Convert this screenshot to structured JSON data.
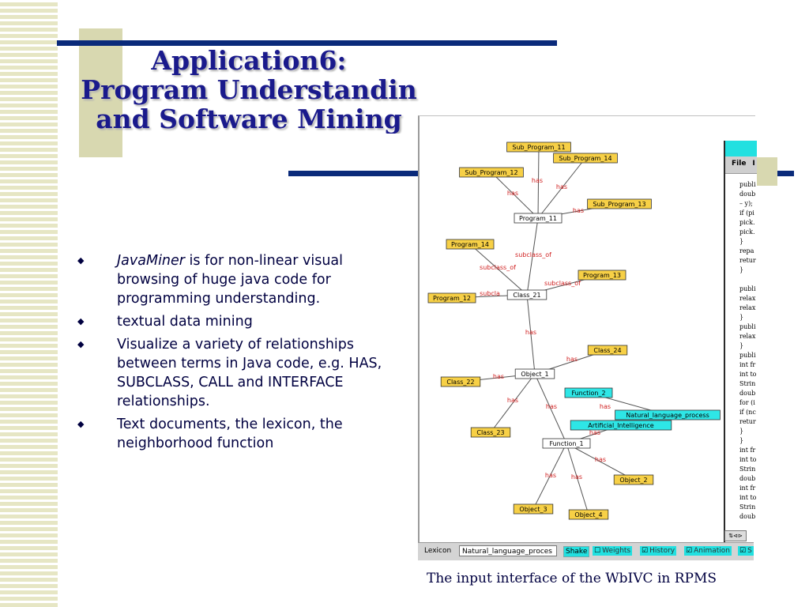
{
  "slide": {
    "title_lines": [
      "Application6:",
      "Program Understandin",
      "and Software Mining"
    ],
    "bullets": [
      {
        "italic": "JavaMiner",
        "text": " is for non-linear visual browsing of huge java code for programming understanding."
      },
      {
        "italic": "",
        "text": "textual data mining"
      },
      {
        "italic": "",
        "text": "Visualize a variety of relationships between terms in Java code, e.g. HAS, SUBCLASS, CALL and INTERFACE relationships."
      },
      {
        "italic": "",
        "text": "Text documents, the lexicon, the neighborhood function"
      }
    ],
    "bullet_symbol": "◆",
    "caption": "The input interface of the WbIVC in RPMS"
  },
  "graph": {
    "nodes": [
      {
        "id": "sp11",
        "label": "Sub_Program_11",
        "color": "yellow"
      },
      {
        "id": "sp12",
        "label": "Sub_Program_12",
        "color": "yellow"
      },
      {
        "id": "sp14",
        "label": "Sub_Program_14",
        "color": "yellow"
      },
      {
        "id": "sp13",
        "label": "Sub_Program_13",
        "color": "yellow"
      },
      {
        "id": "p11",
        "label": "Program_11",
        "color": "white"
      },
      {
        "id": "p14",
        "label": "Program_14",
        "color": "yellow"
      },
      {
        "id": "p13",
        "label": "Program_13",
        "color": "yellow"
      },
      {
        "id": "p12",
        "label": "Program_12",
        "color": "yellow"
      },
      {
        "id": "c21",
        "label": "Class_21",
        "color": "white"
      },
      {
        "id": "c24",
        "label": "Class_24",
        "color": "yellow"
      },
      {
        "id": "o1",
        "label": "Object_1",
        "color": "white"
      },
      {
        "id": "c22",
        "label": "Class_22",
        "color": "yellow"
      },
      {
        "id": "f2",
        "label": "Function_2",
        "color": "cyan"
      },
      {
        "id": "nlp",
        "label": "Natural_language_process",
        "color": "cyan"
      },
      {
        "id": "ai",
        "label": "Artificial_Intelligence",
        "color": "cyan"
      },
      {
        "id": "c23",
        "label": "Class_23",
        "color": "yellow"
      },
      {
        "id": "f1",
        "label": "Function_1",
        "color": "white"
      },
      {
        "id": "ob2",
        "label": "Object_2",
        "color": "yellow"
      },
      {
        "id": "ob3",
        "label": "Object_3",
        "color": "yellow"
      },
      {
        "id": "ob4",
        "label": "Object_4",
        "color": "yellow"
      }
    ],
    "edges": [
      {
        "from": "p11",
        "to": "sp11",
        "label": "has"
      },
      {
        "from": "p11",
        "to": "sp12",
        "label": "has"
      },
      {
        "from": "p11",
        "to": "sp14",
        "label": "has"
      },
      {
        "from": "p11",
        "to": "sp13",
        "label": "has"
      },
      {
        "from": "c21",
        "to": "p11",
        "label": "subclass_of"
      },
      {
        "from": "c21",
        "to": "p14",
        "label": "subclass_of"
      },
      {
        "from": "c21",
        "to": "p13",
        "label": "subclass_of"
      },
      {
        "from": "c21",
        "to": "p12",
        "label": "subcla"
      },
      {
        "from": "o1",
        "to": "c21",
        "label": "has"
      },
      {
        "from": "o1",
        "to": "c24",
        "label": "has"
      },
      {
        "from": "o1",
        "to": "c22",
        "label": "has"
      },
      {
        "from": "o1",
        "to": "c23",
        "label": "has"
      },
      {
        "from": "o1",
        "to": "f1",
        "label": "has"
      },
      {
        "from": "f2",
        "to": "nlp",
        "label": "has"
      },
      {
        "from": "f1",
        "to": "ai",
        "label": "has"
      },
      {
        "from": "f1",
        "to": "ob2",
        "label": "has"
      },
      {
        "from": "f1",
        "to": "ob3",
        "label": "has"
      },
      {
        "from": "f1",
        "to": "ob4",
        "label": "has"
      }
    ],
    "colors": {
      "yellow": "#f7d046",
      "white": "#ffffff",
      "cyan": "#2ee6e6",
      "edge_label": "#d02020",
      "edge": "#555555"
    }
  },
  "code_panel": {
    "menu": [
      "File",
      "I"
    ],
    "lines": [
      "publi",
      "doub",
      "– y);",
      "if (pi",
      "pick.",
      "pick.",
      "}",
      "repa",
      "retur",
      "}",
      "",
      "publi",
      "relax",
      "relax",
      "}",
      "publi",
      "relax",
      "}",
      "publi",
      "int fr",
      "int to",
      "Strin",
      "doub",
      "for (i",
      "if (nc",
      "retur",
      "}",
      "}",
      "int fr",
      "int to",
      "Strin",
      "doub",
      "int fr",
      "int to",
      "Strin",
      "doub"
    ],
    "mini_label": "⇅⊲⊳"
  },
  "lexicon_bar": {
    "label": "Lexicon",
    "input_value": "Natural_language_proces",
    "shake_label": "Shake",
    "checkboxes": [
      {
        "label": "Weights",
        "mark": "☐"
      },
      {
        "label": "History",
        "mark": "☑"
      },
      {
        "label": "Animation",
        "mark": "☑"
      },
      {
        "label": "S",
        "mark": "☑"
      }
    ]
  }
}
